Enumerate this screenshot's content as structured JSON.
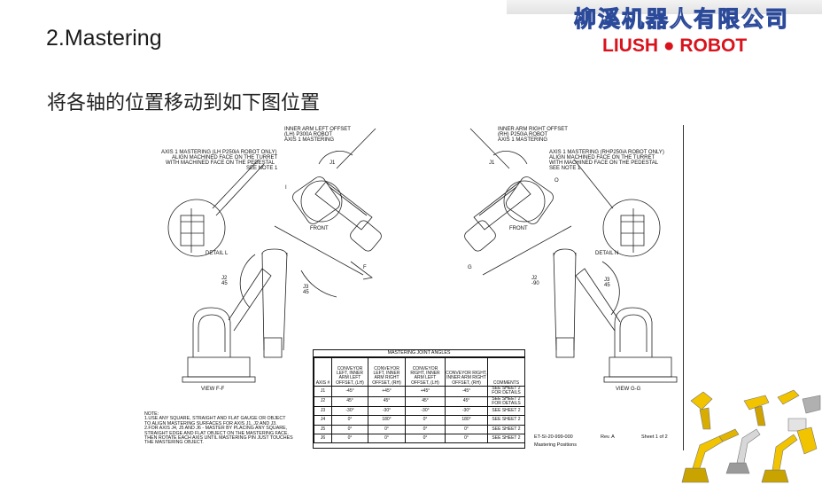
{
  "slide": {
    "title": "2.Mastering",
    "subtitle": "将各轴的位置移动到如下图位置",
    "logo_cn": "柳溪机器人有限公司",
    "logo_en": "LIUSH ● ROBOT"
  },
  "drawing": {
    "left_callout": [
      "INNER ARM LEFT OFFSET",
      "(LH) P300A ROBOT",
      "AXIS 1 MASTERING"
    ],
    "right_callout": [
      "INNER ARM RIGHT OFFSET",
      "(RH) P250iA ROBOT",
      "AXIS 1 MASTERING"
    ],
    "left_note": [
      "AXIS 1 MASTERING (LH P250iA ROBOT ONLY)",
      "ALIGN MACHINED FACE ON THE TURRET",
      "WITH MACHINED FACE ON THE PEDESTAL",
      "SEE NOTE 1"
    ],
    "right_note": [
      "AXIS 1 MASTERING (RHP250iA ROBOT ONLY)",
      "ALIGN MACHINED FACE ON THE TURRET",
      "WITH MACHINED FACE ON THE PEDESTAL",
      "SEE NOTE 1"
    ],
    "detail_l": "DETAIL L",
    "detail_n": "DETAIL N",
    "view_f": "VIEW F-F",
    "view_g": "VIEW G-G",
    "front_left": "FRONT",
    "front_right": "FRONT",
    "j1": "J1",
    "j2_left": "J2",
    "j2_left_val": "45",
    "j3_left": "J3",
    "j3_left_val": "45",
    "j2_right": "J2",
    "j2_right_val": "-90",
    "j3_right": "J3",
    "j3_right_val": "45",
    "label_f": "F",
    "label_g": "G",
    "label_i": "I",
    "label_o": "O"
  },
  "notes": {
    "heading": "NOTE:",
    "lines": [
      "1.USE ANY SQUARE, STRAIGHT AND FLAT GAUGE OR OBJECT",
      "TO ALIGN MASTERING SURFACES FOR AXIS J1, J2 AND J3.",
      "2.FOR AXIS J4, J5 AND J6 - MASTER BY PLACING ANY SQUARE,",
      "STRAIGHT EDGE AND FLAT OBJECT ON THE MASTERING FACE.",
      "THEN ROTATE EACH AXIS UNTIL MASTERING PIN JUST TOUCHES",
      "THE MASTERING OBJECT."
    ]
  },
  "mastering_table": {
    "title": "MASTERING JOINT ANGLES",
    "headers": [
      "AXIS #",
      "CONVEYOR LEFT, INNER ARM LEFT OFFSET, (LH)",
      "CONVEYOR LEFT, INNER ARM RIGHT OFFSET, (RH)",
      "CONVEYOR RIGHT, INNER ARM LEFT OFFSET, (LH)",
      "CONVEYOR RIGHT, INNER ARM RIGHT OFFSET, (RH)",
      "COMMENTS"
    ],
    "rows": [
      [
        "J1",
        "-45°",
        "+45°",
        "+45°",
        "-45°",
        "SEE SHEET 2 FOR DETAILS"
      ],
      [
        "J2",
        "45°",
        "45°",
        "45°",
        "45°",
        "SEE SHEET 2 FOR DETAILS"
      ],
      [
        "J3",
        "-30°",
        "-30°",
        "-30°",
        "-30°",
        "SEE SHEET 2"
      ],
      [
        "J4",
        "0°",
        "180°",
        "0°",
        "180°",
        "SEE SHEET 2"
      ],
      [
        "J5",
        "0°",
        "0°",
        "0°",
        "0°",
        "SEE SHEET 2"
      ],
      [
        "J6",
        "0°",
        "0°",
        "0°",
        "0°",
        "SEE SHEET 2"
      ]
    ]
  },
  "title_block": {
    "doc_no": "ET-SI-20-999-000",
    "rev": "Rev. A",
    "sheet": "Sheet 1 of 2",
    "caption": "Mastering Positions"
  }
}
